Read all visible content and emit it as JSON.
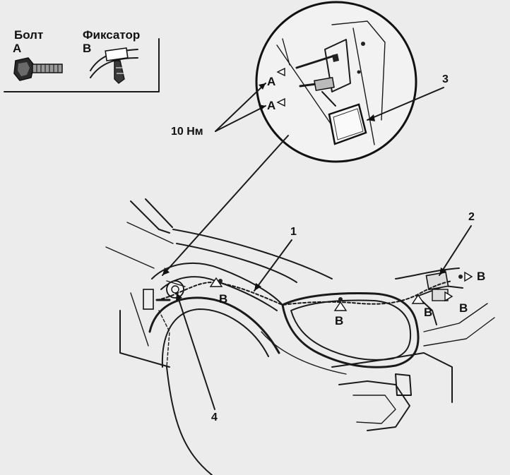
{
  "legend": {
    "bolt": {
      "title": "Болт",
      "letter": "A"
    },
    "clip": {
      "title": "Фиксатор",
      "letter": "B"
    }
  },
  "torque": "10 Нм",
  "callouts": {
    "n1": "1",
    "n2": "2",
    "n3": "3",
    "n4": "4"
  },
  "markers": {
    "a": "A",
    "b": "B"
  }
}
